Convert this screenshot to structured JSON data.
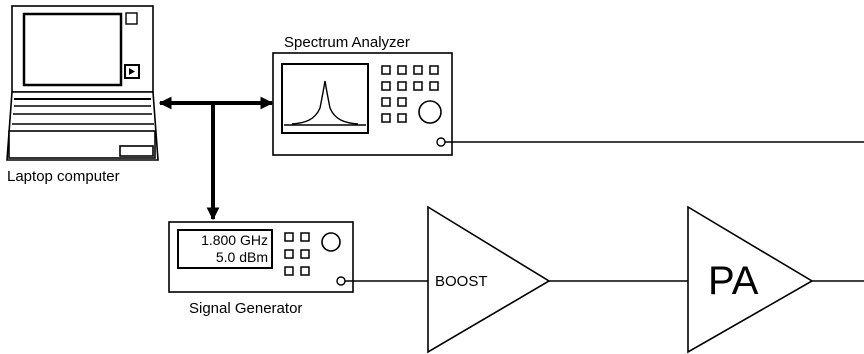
{
  "laptop": {
    "label": "Laptop computer"
  },
  "spectrum_analyzer": {
    "label": "Spectrum Analyzer"
  },
  "signal_generator": {
    "label": "Signal Generator",
    "frequency": "1.800 GHz",
    "power": "5.0 dBm"
  },
  "amplifiers": {
    "boost": {
      "label": "BOOST"
    },
    "pa": {
      "label": "PA"
    }
  },
  "colors": {
    "stroke": "#000000",
    "background": "#ffffff"
  }
}
